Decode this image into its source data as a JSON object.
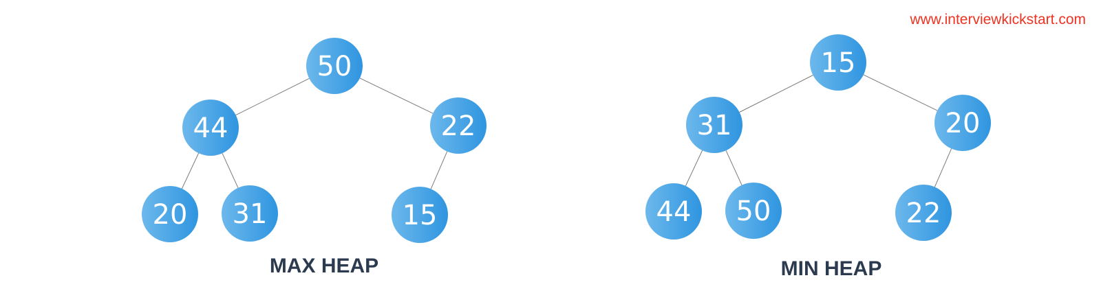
{
  "site_url": "www.interviewkickstart.com",
  "colors": {
    "node_light": "#6cb8ec",
    "node_dark": "#2f95e0",
    "edge": "#7a7a7a",
    "caption": "#2c3a4f",
    "url": "#ee3322"
  },
  "heaps": [
    {
      "caption": "MAX HEAP",
      "nodes": [
        "50",
        "44",
        "22",
        "20",
        "31",
        "15"
      ],
      "edges": [
        [
          0,
          1
        ],
        [
          0,
          2
        ],
        [
          1,
          3
        ],
        [
          1,
          4
        ],
        [
          2,
          5
        ]
      ]
    },
    {
      "caption": "MIN HEAP",
      "nodes": [
        "15",
        "31",
        "20",
        "44",
        "50",
        "22"
      ],
      "edges": [
        [
          0,
          1
        ],
        [
          0,
          2
        ],
        [
          1,
          3
        ],
        [
          1,
          4
        ],
        [
          2,
          5
        ]
      ]
    }
  ]
}
